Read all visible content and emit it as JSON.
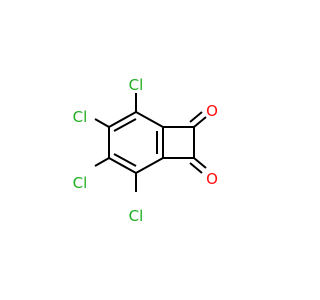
{
  "molecule": {
    "colors": {
      "bond": "#000000",
      "chlorine": "#1fb01f",
      "oxygen": "#ff0d0d",
      "background": "#ffffff"
    },
    "atoms": {
      "cl1": "Cl",
      "cl2": "Cl",
      "cl3": "Cl",
      "cl4": "Cl",
      "o1": "O",
      "o2": "O"
    }
  }
}
